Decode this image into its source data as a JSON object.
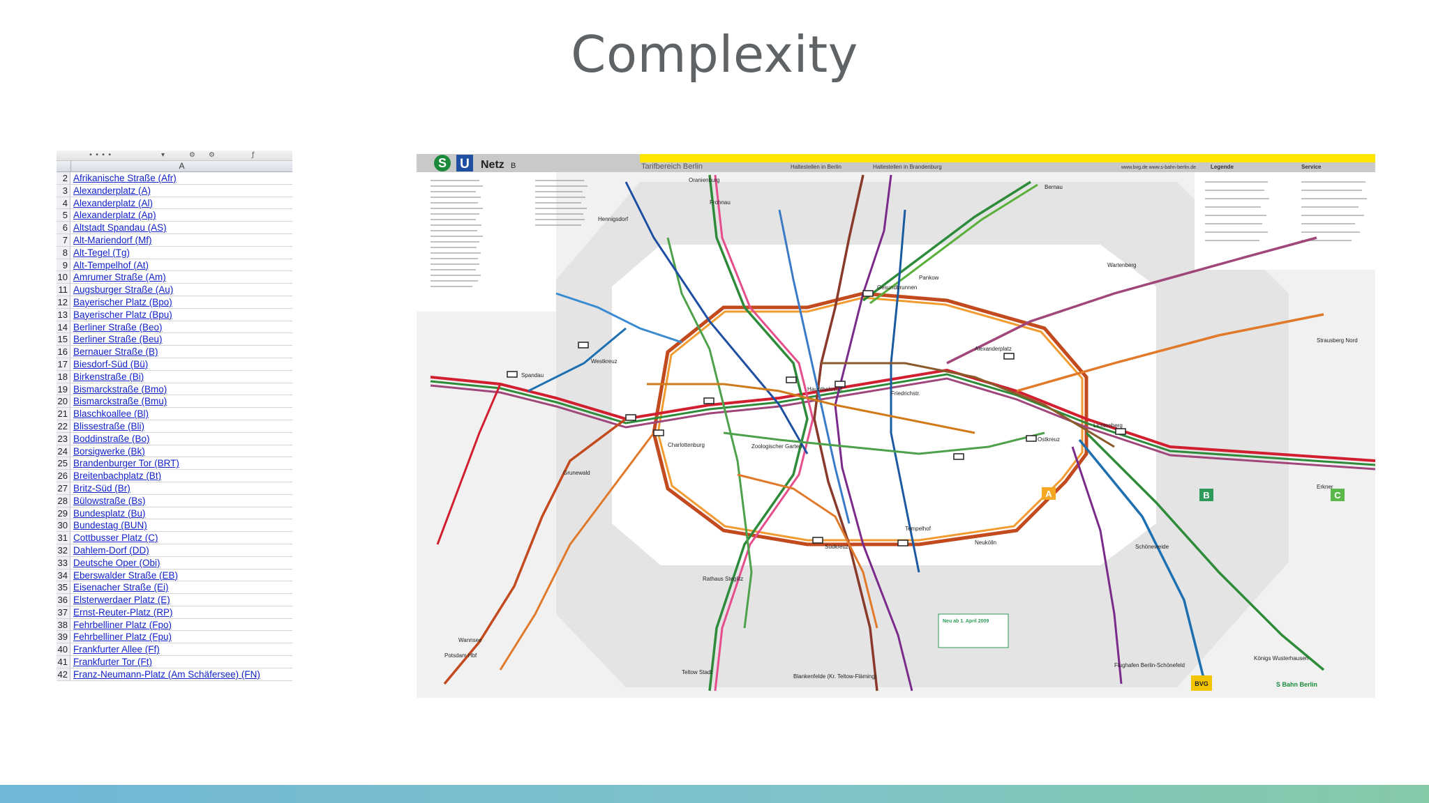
{
  "slide": {
    "title": "Complexity"
  },
  "spreadsheet": {
    "column_header": "A",
    "rows": [
      {
        "num": "2",
        "name": "Afrikanische Straße (Afr)"
      },
      {
        "num": "3",
        "name": "Alexanderplatz (A)"
      },
      {
        "num": "4",
        "name": "Alexanderplatz (Al)"
      },
      {
        "num": "5",
        "name": "Alexanderplatz (Ap)"
      },
      {
        "num": "6",
        "name": "Altstadt Spandau (AS)"
      },
      {
        "num": "7",
        "name": "Alt-Mariendorf (Mf)"
      },
      {
        "num": "8",
        "name": "Alt-Tegel (Tg)"
      },
      {
        "num": "9",
        "name": "Alt-Tempelhof (At)"
      },
      {
        "num": "10",
        "name": "Amrumer Straße (Am)"
      },
      {
        "num": "11",
        "name": "Augsburger Straße (Au)"
      },
      {
        "num": "12",
        "name": "Bayerischer Platz (Bpo)"
      },
      {
        "num": "13",
        "name": "Bayerischer Platz (Bpu)"
      },
      {
        "num": "14",
        "name": "Berliner Straße (Beo)"
      },
      {
        "num": "15",
        "name": "Berliner Straße (Beu)"
      },
      {
        "num": "16",
        "name": "Bernauer Straße (B)"
      },
      {
        "num": "17",
        "name": "Biesdorf-Süd (Bü)"
      },
      {
        "num": "18",
        "name": "Birkenstraße (Bi)"
      },
      {
        "num": "19",
        "name": "Bismarckstraße (Bmo)"
      },
      {
        "num": "20",
        "name": "Bismarckstraße (Bmu)"
      },
      {
        "num": "21",
        "name": "Blaschkoallee (Bl)"
      },
      {
        "num": "22",
        "name": "Blissestraße (Bli)"
      },
      {
        "num": "23",
        "name": "Boddinstraße (Bo)"
      },
      {
        "num": "24",
        "name": "Borsigwerke (Bk)"
      },
      {
        "num": "25",
        "name": "Brandenburger Tor (BRT)"
      },
      {
        "num": "26",
        "name": "Breitenbachplatz (Bt)"
      },
      {
        "num": "27",
        "name": "Britz-Süd (Br)"
      },
      {
        "num": "28",
        "name": "Bülowstraße (Bs)"
      },
      {
        "num": "29",
        "name": "Bundesplatz (Bu)"
      },
      {
        "num": "30",
        "name": "Bundestag (BUN)"
      },
      {
        "num": "31",
        "name": "Cottbusser Platz (C)"
      },
      {
        "num": "32",
        "name": "Dahlem-Dorf (DD)"
      },
      {
        "num": "33",
        "name": "Deutsche Oper (Obi)"
      },
      {
        "num": "34",
        "name": "Eberswalder Straße (EB)"
      },
      {
        "num": "35",
        "name": "Eisenacher Straße (Ei)"
      },
      {
        "num": "36",
        "name": "Elsterwerdaer Platz (E)"
      },
      {
        "num": "37",
        "name": "Ernst-Reuter-Platz (RP)"
      },
      {
        "num": "38",
        "name": "Fehrbelliner Platz (Fpo)"
      },
      {
        "num": "39",
        "name": "Fehrbelliner Platz (Fpu)"
      },
      {
        "num": "40",
        "name": "Frankfurter Allee (Ff)"
      },
      {
        "num": "41",
        "name": "Frankfurter Tor (Ft)"
      },
      {
        "num": "42",
        "name": "Franz-Neumann-Platz (Am Schäfersee) (FN)"
      }
    ]
  },
  "map": {
    "header": {
      "s_logo": "S",
      "u_logo": "U",
      "netz": "Netz",
      "netz_zone": "B",
      "tarif": "Tarifbereich Berlin",
      "zones": [
        "A",
        "B",
        "C"
      ],
      "halte_berlin": "Haltestellen in Berlin",
      "halte_brandenburg": "Haltestellen in Brandenburg",
      "url": "www.bvg.de  www.s-bahn-berlin.de",
      "legende": "Legende",
      "service": "Service"
    },
    "zone_labels": {
      "a": "A",
      "b": "B",
      "c": "C"
    },
    "stations": {
      "alexanderplatz": "Alexanderplatz",
      "ostkreuz": "Ostkreuz",
      "westkreuz": "Westkreuz",
      "gesundbrunnen": "Gesundbrunnen",
      "suedkreuz": "Südkreuz",
      "spandau": "Spandau",
      "wannsee": "Wannsee",
      "potsdam": "Potsdam Hbf",
      "oranienburg": "Oranienburg",
      "bernau": "Bernau",
      "strausberg": "Strausberg Nord",
      "erkner": "Erkner",
      "koenigs": "Königs Wusterhausen",
      "schoenefeld": "Flughafen Berlin-Schönefeld",
      "teltow": "Teltow Stadt",
      "blankenfelde": "Blankenfelde (Kr. Teltow-Fläming)",
      "hennigsdorf": "Hennigsdorf",
      "frohnau": "Frohnau",
      "pankow": "Pankow",
      "wartenberg": "Wartenberg",
      "lichtenberg": "Lichtenberg",
      "zoo": "Zoologischer Garten",
      "hbf": "Hauptbahnhof",
      "friedrichstr": "Friedrichstr.",
      "charlottenburg": "Charlottenburg",
      "tempelhof": "Tempelhof",
      "neukoelln": "Neukölln",
      "schoeneweide": "Schöneweide",
      "grunewald": "Grunewald",
      "rathaus_steglitz": "Rathaus Steglitz"
    },
    "note": "Neu ab 1. April 2009",
    "footer_bvg": "BVG",
    "footer_sbahn": "S Bahn Berlin"
  }
}
